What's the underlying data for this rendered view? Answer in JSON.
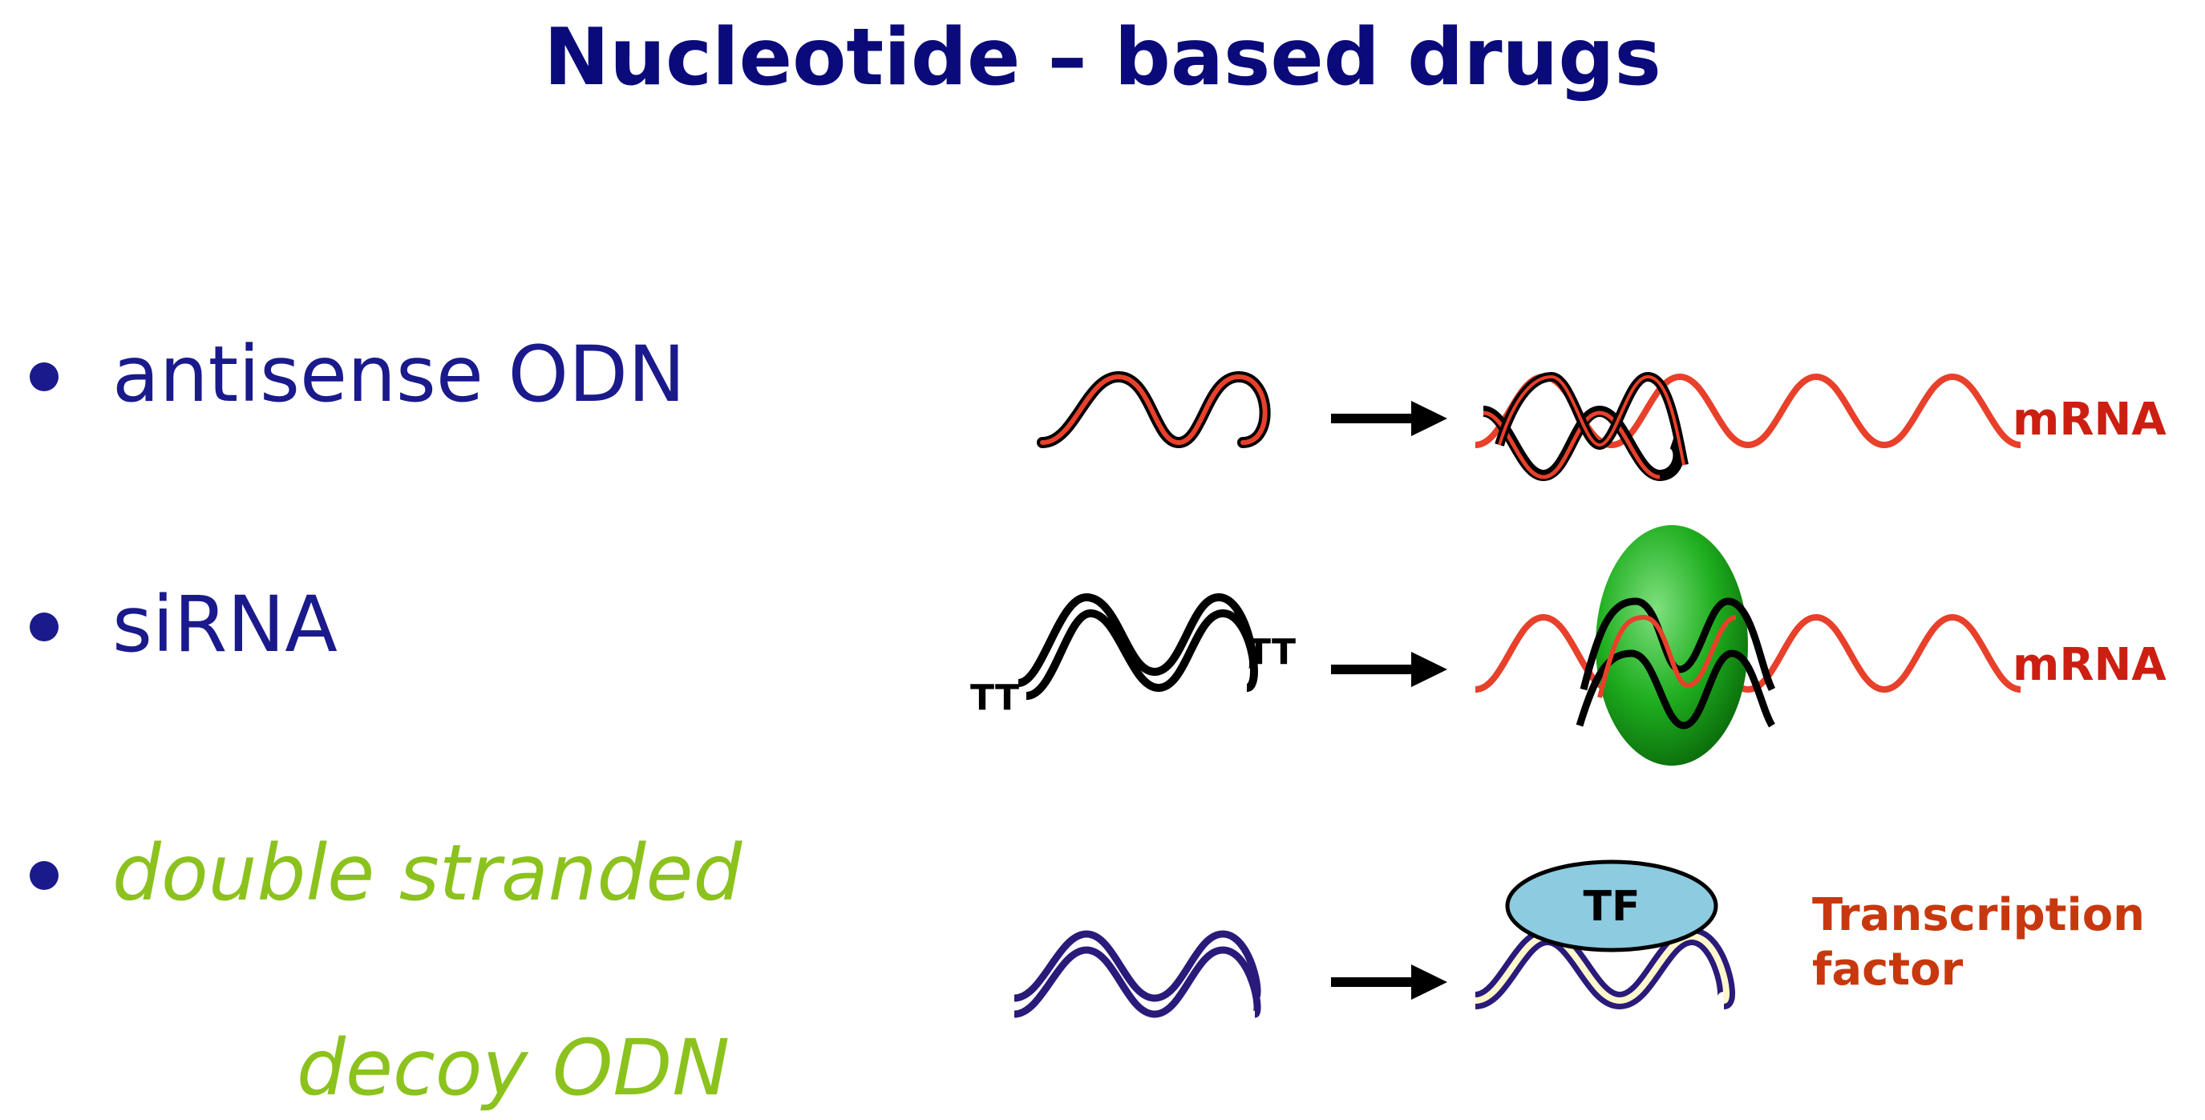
{
  "title": "Nucleotide – based drugs",
  "bullets": [
    {
      "text": "antisense ODN"
    },
    {
      "text": "siRNA"
    },
    {
      "line1": "double stranded",
      "line2": "decoy ODN"
    }
  ],
  "labels": {
    "mrna_1": "mRNA",
    "mrna_2": "mRNA",
    "tf": "TF",
    "tf_label_line1": "Transcription",
    "tf_label_line2": "factor",
    "tt_left": "TT",
    "tt_right": "TT"
  },
  "colors": {
    "title": "#0a0a7a",
    "bullet_text": "#1a1a8c",
    "decoy_text": "#8cc21e",
    "mrna_strand": "#e8402a",
    "label_red": "#cc1f12",
    "tf_fill": "#8ccbe0",
    "decoy_strand": "#2a1a7a",
    "decoy_inner": "#fff7cc",
    "ribosome_green": "#1fae1f"
  }
}
